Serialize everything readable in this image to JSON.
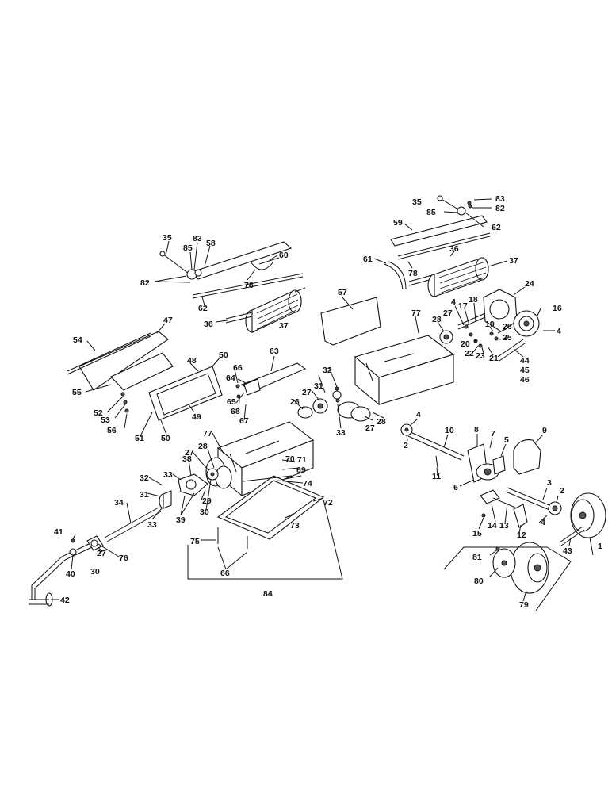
{
  "diagram": {
    "type": "exploded-parts-view",
    "callouts": [
      "1",
      "2",
      "3",
      "4",
      "5",
      "6",
      "7",
      "8",
      "9",
      "10",
      "11",
      "12",
      "13",
      "14",
      "15",
      "16",
      "17",
      "18",
      "19",
      "20",
      "21",
      "22",
      "23",
      "24",
      "25",
      "26",
      "27",
      "28",
      "29",
      "30",
      "31",
      "32",
      "33",
      "34",
      "35",
      "36",
      "37",
      "38",
      "39",
      "40",
      "41",
      "42",
      "43",
      "44",
      "45",
      "46",
      "47",
      "48",
      "49",
      "50",
      "51",
      "52",
      "53",
      "54",
      "55",
      "56",
      "57",
      "58",
      "59",
      "60",
      "61",
      "62",
      "63",
      "64",
      "65",
      "66",
      "67",
      "68",
      "69",
      "70",
      "71",
      "72",
      "73",
      "74",
      "75",
      "76",
      "77",
      "78",
      "79",
      "80",
      "81",
      "82",
      "83",
      "84",
      "85"
    ]
  }
}
